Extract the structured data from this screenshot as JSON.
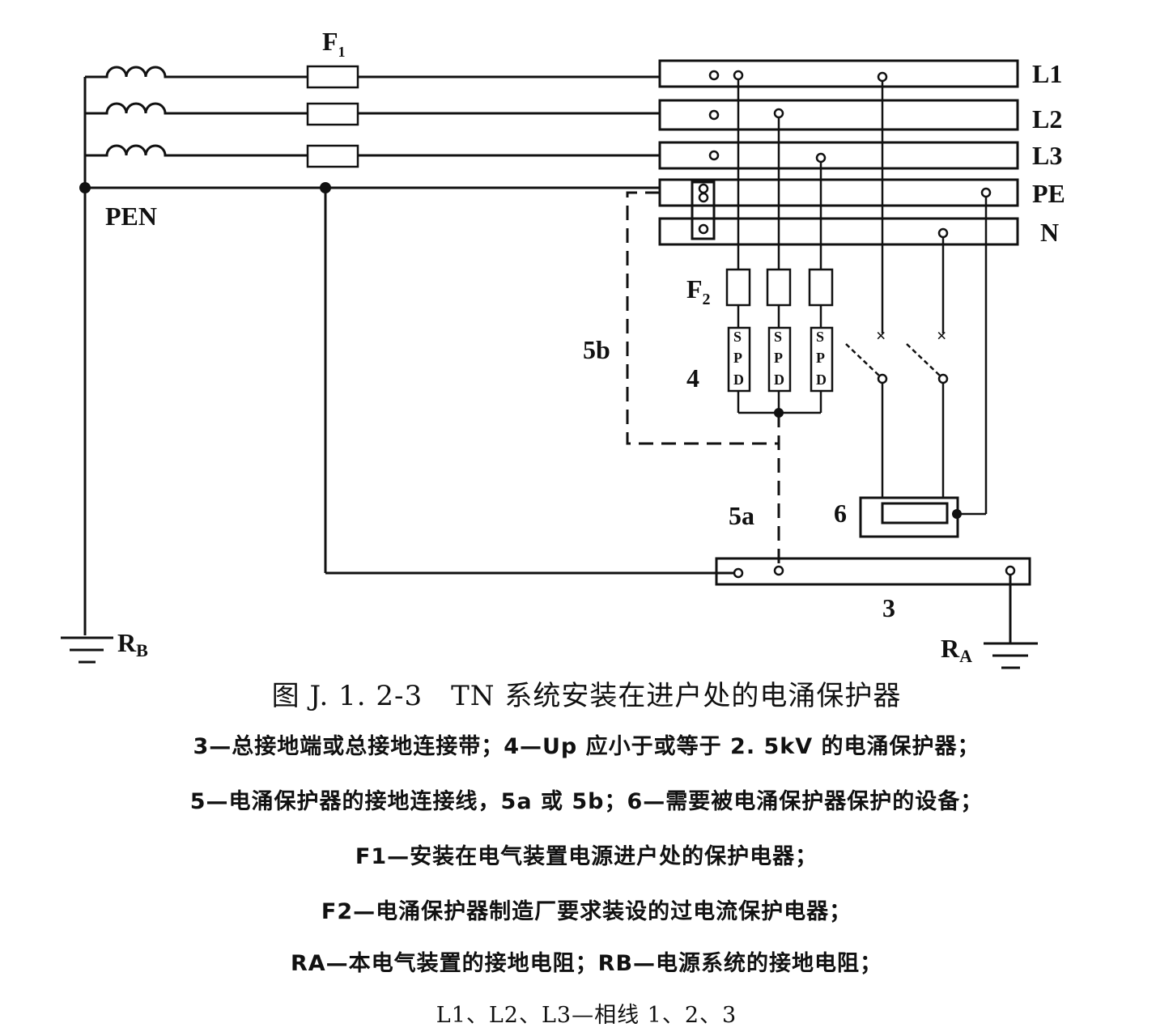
{
  "diagram": {
    "labels": {
      "f1": "F",
      "f1_sub": "1",
      "l1": "L1",
      "l2": "L2",
      "l3": "L3",
      "pe": "PE",
      "n": "N",
      "pen": "PEN",
      "f2": "F",
      "f2_sub": "2",
      "spd_s": "S",
      "spd_p": "P",
      "spd_d": "D",
      "item_5b": "5b",
      "item_4": "4",
      "item_5a": "5a",
      "item_6": "6",
      "item_3": "3",
      "rb": "R",
      "rb_sub": "B",
      "ra": "R",
      "ra_sub": "A"
    }
  },
  "caption": {
    "title": "图 J. 1. 2-3　TN 系统安装在进户处的电涌保护器",
    "legend_1": "3—总接地端或总接地连接带；4—Up 应小于或等于 2. 5kV 的电涌保护器；",
    "legend_2": "5—电涌保护器的接地连接线，5a 或 5b；6—需要被电涌保护器保护的设备；",
    "legend_3": "F1—安装在电气装置电源进户处的保护电器；",
    "legend_4": "F2—电涌保护器制造厂要求装设的过电流保护电器；",
    "legend_5": "RA—本电气装置的接地电阻；RB—电源系统的接地电阻；",
    "legend_6": "L1、L2、L3—相线 1、2、3"
  }
}
